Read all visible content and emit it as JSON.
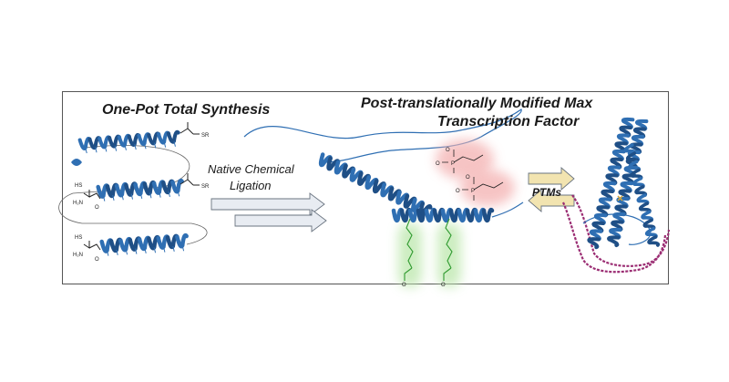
{
  "titles": {
    "left": "One-Pot Total Synthesis",
    "right_line1": "Post-translationally Modified Max",
    "right_line2": "Transcription Factor"
  },
  "labels": {
    "ligation_line1": "Native Chemical",
    "ligation_line2": "Ligation",
    "ptms": "PTMs"
  },
  "chem_labels": {
    "thioester": "SR",
    "thiol": "HS",
    "amine": "H₂N",
    "carbonyl": "O",
    "phosphate": "P"
  },
  "colors": {
    "helix": "#2f6fb3",
    "helix_dark": "#1f4f86",
    "dna": "#9b2d73",
    "phospho_glow": "#f4b6b6",
    "acetyl_glow": "#bfe8b0",
    "acetyl": "#2f9a2f",
    "arrow_fill": "#e8ecf2",
    "ptms_arrow": "#f2e4b0"
  }
}
